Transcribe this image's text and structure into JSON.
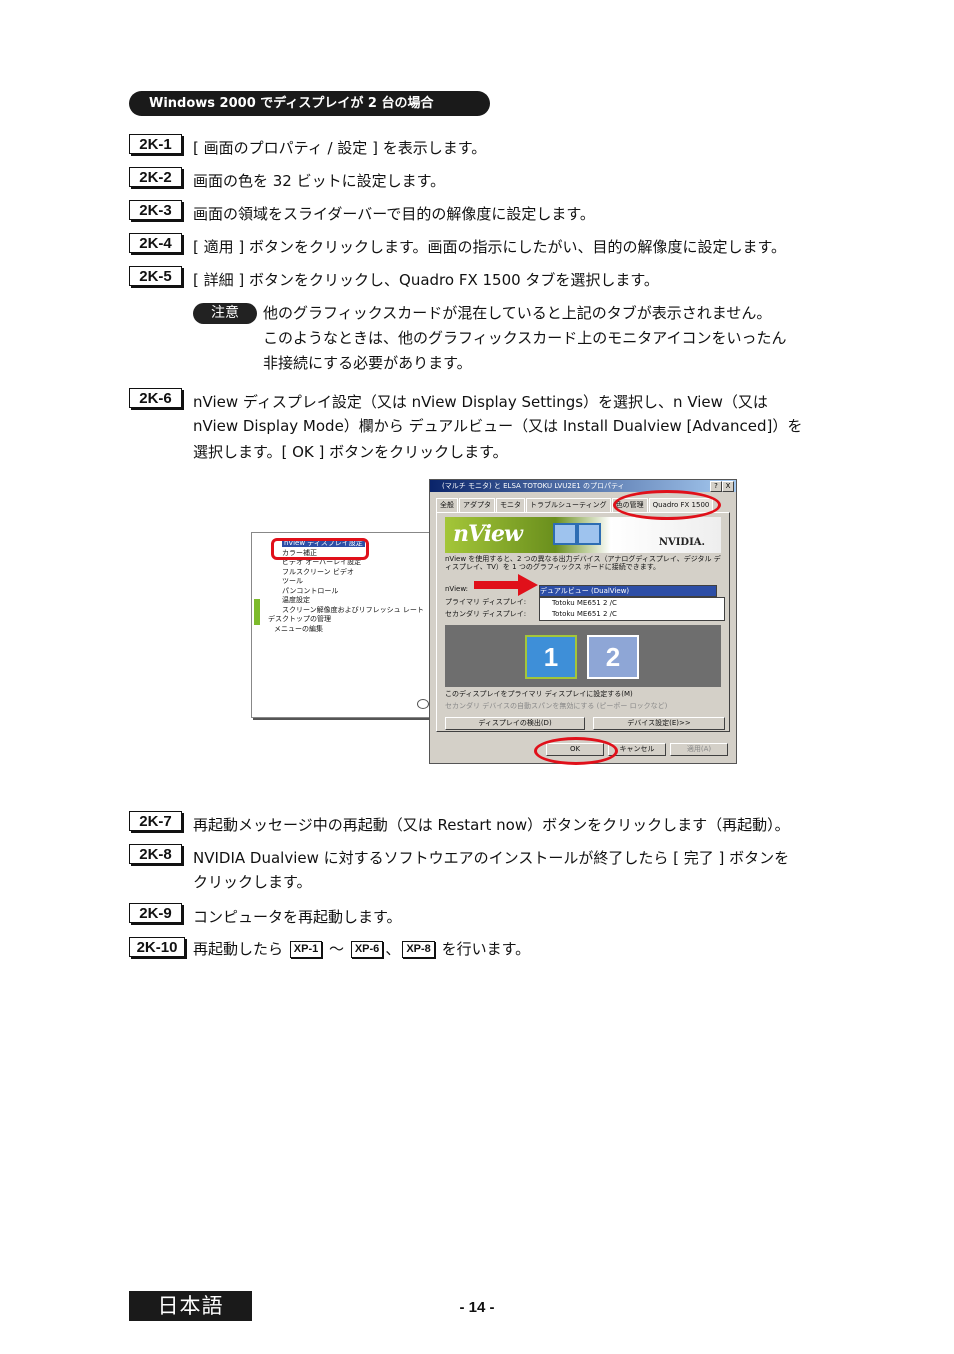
{
  "section_title": "Windows 2000 でディスプレイが 2 台の場合",
  "steps": [
    {
      "id": "2K-1",
      "lines": [
        "[ 画面のプロパティ / 設定 ] を表示します。"
      ]
    },
    {
      "id": "2K-2",
      "lines": [
        "画面の色を 32 ビットに設定します。"
      ]
    },
    {
      "id": "2K-3",
      "lines": [
        "画面の領域をスライダーバーで目的の解像度に設定します。"
      ]
    },
    {
      "id": "2K-4",
      "lines": [
        "[ 適用 ] ボタンをクリックします。画面の指示にしたがい、目的の解像度に設定します。"
      ]
    },
    {
      "id": "2K-5",
      "lines": [
        "[ 詳細 ] ボタンをクリックし、Quadro FX 1500 タブを選択します。"
      ]
    },
    {
      "id": "2K-6",
      "lines": [
        "nView ディスプレイ設定（又は nView Display Settings）を選択し、n View（又は",
        "nView Display Mode）欄から デュアルビュー（又は Install Dualview [Advanced]）を",
        "選択します。[ OK ] ボタンをクリックします。"
      ]
    },
    {
      "id": "2K-7",
      "lines": [
        "再起動メッセージ中の再起動（又は Restart now）ボタンをクリックします（再起動）。"
      ]
    },
    {
      "id": "2K-8",
      "lines": [
        "NVIDIA Dualview に対するソフトウエアのインストールが終了したら [ 完了 ] ボタンを",
        "クリックします。"
      ]
    },
    {
      "id": "2K-9",
      "lines": [
        "コンピュータを再起動します。"
      ]
    },
    {
      "id": "2K-10",
      "prefix": "再起動したら",
      "refs": [
        "XP-1",
        "XP-6",
        "XP-8"
      ],
      "sep1": "～",
      "sep2": "、",
      "suffix": "を行います。"
    }
  ],
  "note": {
    "badge": "注意",
    "lines": [
      "他のグラフィックスカードが混在していると上記のタブが表示されません。",
      "このようなときは、他のグラフィックスカード上のモニタアイコンをいったん",
      "非接続にする必要があります。"
    ]
  },
  "screenshot": {
    "tree": {
      "items": [
        "nView ディスプレイ設定",
        "カラー補正",
        "ビデオ オーバーレイ設定",
        "フルスクリーン ビデオ",
        "ツール",
        "パンコントロール",
        "温度設定",
        "スクリーン解像度およびリフレッシュ レート",
        "デスクトップの管理",
        "メニューの編集"
      ]
    },
    "dialog": {
      "title": "(マルチ モニタ) と ELSA TOTOKU LVU2E1 のプロパティ",
      "title_buttons": [
        "?",
        "X"
      ],
      "tabs": [
        "全般",
        "アダプタ",
        "モニタ",
        "トラブルシューティング",
        "色の管理",
        "Quadro FX 1500"
      ],
      "banner_logo": "nView",
      "banner_brand": "NVIDIA.",
      "description": "nView を使用すると、2 つの異なる出力デバイス（アナログディスプレイ、デジタル ディスプレイ、TV）を 1 つのグラフィックス ボードに接続できます。",
      "nview_label": "nView:",
      "nview_value": "デュアルビュー (DualView)",
      "primary_label": "プライマリ ディスプレイ:",
      "secondary_label": "セカンダリ ディスプレイ:",
      "monitors": [
        "Totoku ME651 2 /C",
        "Totoku ME651 2 /C"
      ],
      "monitor_numbers": [
        "1",
        "2"
      ],
      "check1": "このディスプレイをプライマリ ディスプレイに設定する(M)",
      "check2": "セカンダリ デバイスの自動スパンを無効にする (ピーポー ロックなど)",
      "btn_detect": "ディスプレイの検出(D)",
      "btn_device": "デバイス設定(E)>>",
      "btn_ok": "OK",
      "btn_cancel": "キャンセル",
      "btn_apply": "適用(A)"
    },
    "highlight_color": "#e0101a"
  },
  "footer": {
    "language": "日本語",
    "page": "- 14 -"
  }
}
